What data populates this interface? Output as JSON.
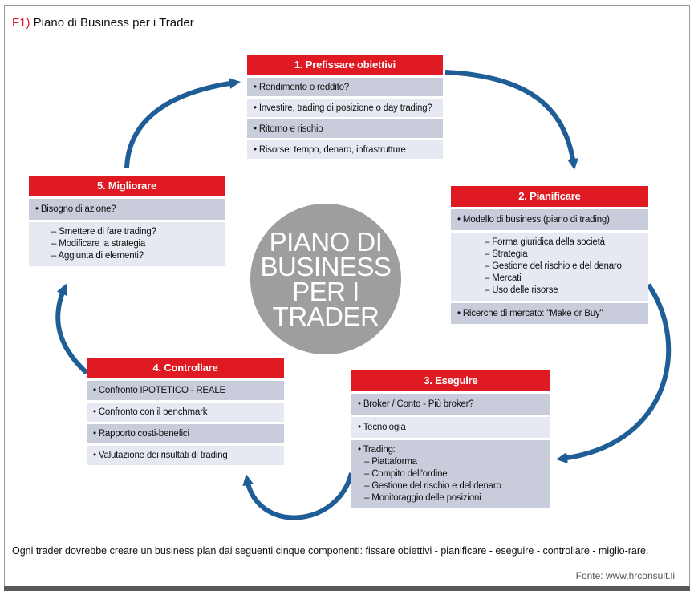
{
  "figure": {
    "number": "F1)",
    "title": " Piano di Business per i Trader"
  },
  "center": {
    "lines": [
      "PIANO DI",
      "BUSINESS",
      "PER I",
      "TRADER"
    ]
  },
  "steps": {
    "s1": {
      "title": "1. Prefissare obiettivi",
      "items": [
        "• Rendimento o reddito?",
        "• Investire, trading di posizione o day trading?",
        "• Ritorno e rischio",
        "• Risorse: tempo, denaro, infrastrutture"
      ]
    },
    "s2": {
      "title": "2. Pianificare",
      "item1": "• Modello di business (piano di trading)",
      "subitems": [
        "– Forma giuridica della società",
        "– Strategia",
        "– Gestione del rischio e del denaro",
        "– Mercati",
        "– Uso delle risorse"
      ],
      "item3": "• Ricerche di mercato: \"Make or Buy\""
    },
    "s3": {
      "title": "3. Eseguire",
      "item1": "• Broker / Conto - Più broker?",
      "item2": "• Tecnologia",
      "item3": "• Trading:",
      "subitems": [
        "– Piattaforma",
        "– Compito dell'ordine",
        "– Gestione del rischio e del denaro",
        "– Monitoraggio delle posizioni"
      ]
    },
    "s4": {
      "title": "4. Controllare",
      "items": [
        "• Confronto IPOTETICO - REALE",
        "• Confronto con il benchmark",
        "• Rapporto costi-benefici",
        "• Valutazione dei risultati di trading"
      ]
    },
    "s5": {
      "title": "5. Migliorare",
      "item1": "• Bisogno di azione?",
      "subitems": [
        "– Smettere di fare trading?",
        "– Modificare la strategia",
        "– Aggiunta di elementi?"
      ]
    }
  },
  "caption": "Ogni trader dovrebbe creare un business plan dai seguenti cinque componenti: fissare obiettivi - pianificare - eseguire - controllare - miglio-rare.",
  "source": "Fonte: www.hrconsult.li",
  "colors": {
    "header_red": "#e01a22",
    "row_dark": "#c8ccdb",
    "row_light": "#e6e9f1",
    "arrow_blue": "#1f5d96",
    "circle_gray": "#9e9e9e",
    "figure_number_red": "#d9142c"
  }
}
